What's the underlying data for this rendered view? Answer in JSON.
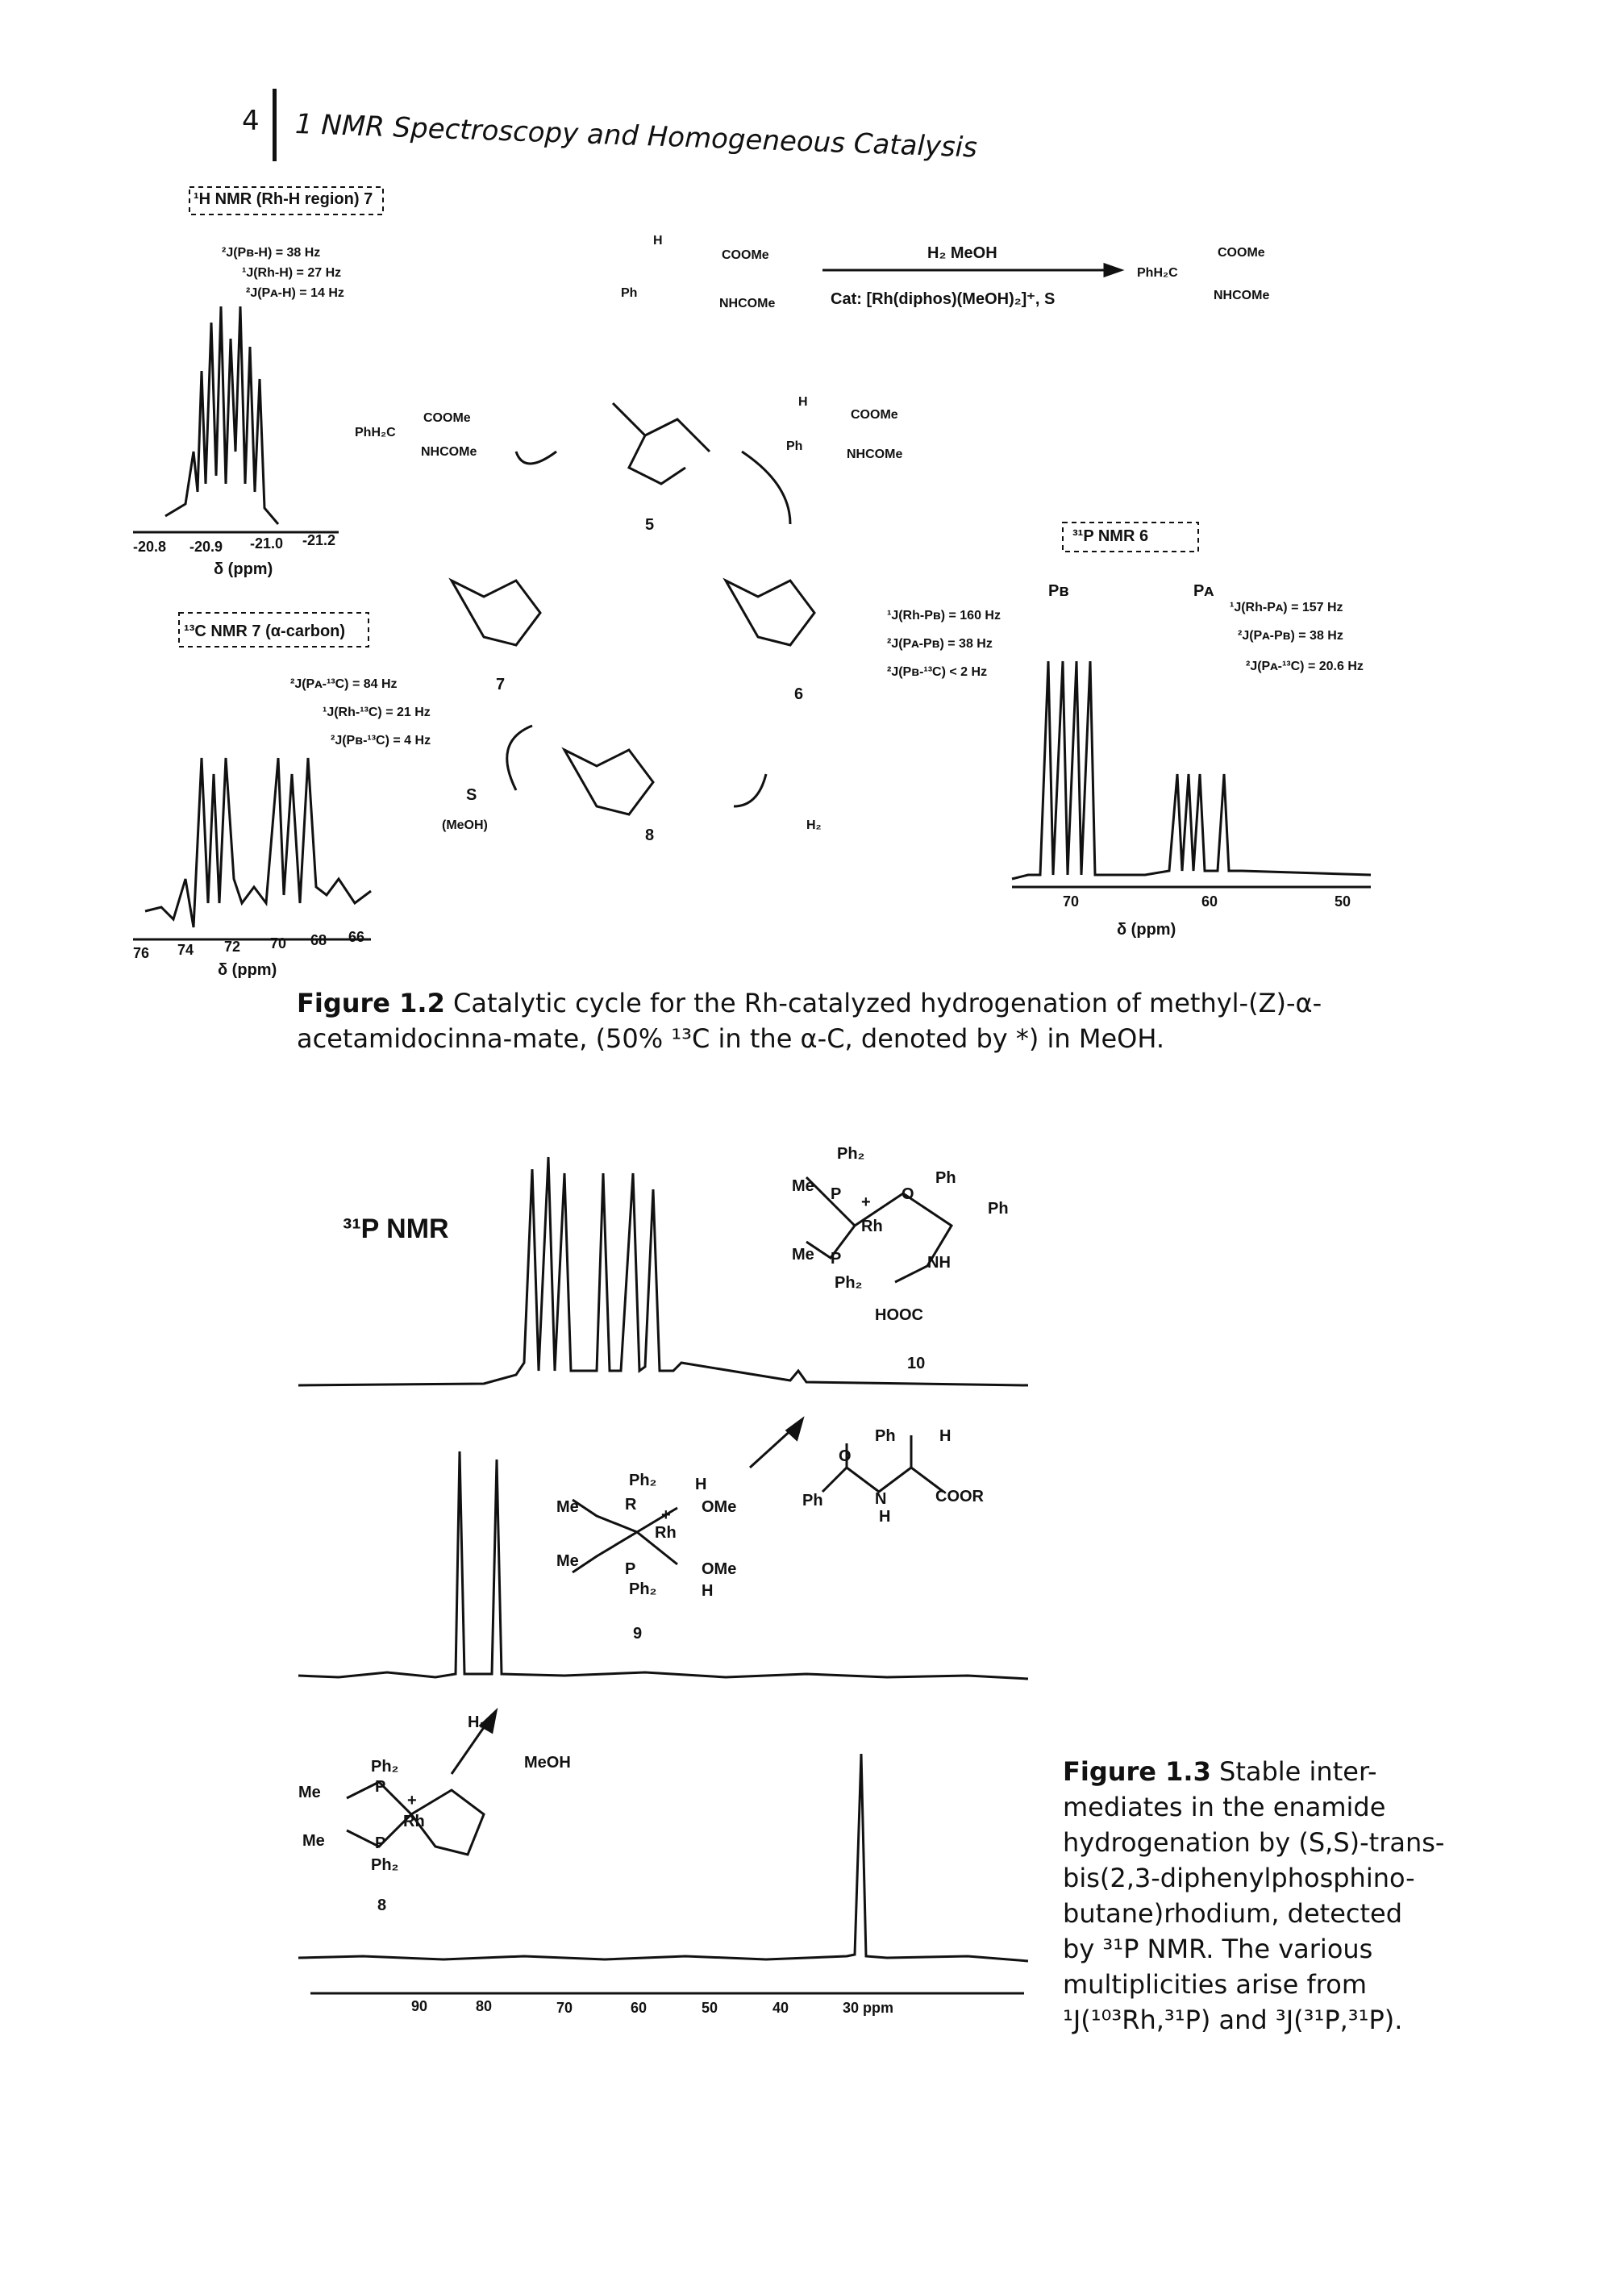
{
  "header": {
    "page_number": "4",
    "running_title": "1 NMR Spectroscopy and Homogeneous Catalysis"
  },
  "figure_1_2": {
    "inset_1h": {
      "box_label": "¹H NMR (Rh-H region)  7",
      "couplings": [
        "²J(Pʙ-H) = 38 Hz",
        "¹J(Rh-H) = 27 Hz",
        "²J(Pᴀ-H) = 14 Hz"
      ],
      "ticks": [
        "-20.8",
        "-20.9",
        "-21.0",
        "-21.2"
      ],
      "axis_label": "δ (ppm)"
    },
    "inset_13c": {
      "box_label": "¹³C NMR  7  (α-carbon)",
      "couplings": [
        "²J(Pᴀ-¹³C) = 84 Hz",
        "¹J(Rh-¹³C) = 21 Hz",
        "²J(Pʙ-¹³C) = 4 Hz"
      ],
      "ticks": [
        "76",
        "74",
        "72",
        "70",
        "68",
        "66"
      ],
      "axis_label": "δ (ppm)"
    },
    "inset_31p": {
      "box_label": "³¹P NMR  6",
      "couplings_left": [
        "¹J(Rh-Pʙ) = 160 Hz",
        "²J(Pᴀ-Pʙ) = 38 Hz",
        "²J(Pʙ-¹³C) < 2 Hz"
      ],
      "couplings_right": [
        "¹J(Rh-Pᴀ) = 157 Hz",
        "²J(Pᴀ-Pʙ) = 38 Hz",
        "²J(Pᴀ-¹³C) = 20.6 Hz"
      ],
      "peak_labels": [
        "Pʙ",
        "Pᴀ"
      ],
      "ticks": [
        "70",
        "60",
        "50"
      ],
      "axis_label": "δ (ppm)"
    },
    "reaction": {
      "conditions_top": "H₂     MeOH",
      "conditions_bottom": "Cat: [Rh(diphos)(MeOH)₂]⁺, S",
      "substrate": [
        "H",
        "COOMe",
        "Ph",
        "NHCOMe"
      ],
      "product": [
        "PhH₂C",
        "COOMe",
        "NHCOMe"
      ]
    },
    "cycle_labels": {
      "c5": "5",
      "c6": "6",
      "c7": "7",
      "c8": "8",
      "s_release": "S",
      "meoh": "(MeOH)",
      "h2": "H₂",
      "product_top": [
        "PhH₂C",
        "COOMe",
        "NHCOMe"
      ],
      "substrate_top": [
        "H",
        "COOMe",
        "Ph",
        "NHCOMe"
      ]
    },
    "caption_label": "Figure 1.2",
    "caption_text": "Catalytic cycle for the Rh-catalyzed hydrogenation of methyl-(Z)-α-acetamidocinna-mate, (50% ¹³C in the α-C, denoted by *) in MeOH."
  },
  "figure_1_3": {
    "spectrum_label": "³¹P NMR",
    "compound_labels": [
      "10",
      "9",
      "8"
    ],
    "reagents": {
      "h2": "H₂",
      "meoh": "MeOH"
    },
    "substrate_labels": [
      "Ph",
      "H",
      "O",
      "COOR",
      "N",
      "H",
      "Ph"
    ],
    "cpd10_labels": [
      "Ph₂",
      "Me",
      "P",
      "+",
      "Rh",
      "Me",
      "P",
      "Ph₂",
      "O",
      "Ph",
      "Ph",
      "NH",
      "HOOC"
    ],
    "cpd9_labels": [
      "Ph₂",
      "H",
      "Me",
      "R",
      "+",
      "OMe",
      "Rh",
      "Me",
      "P",
      "OMe",
      "Ph₂",
      "H"
    ],
    "cpd8_labels": [
      "Ph₂",
      "Me",
      "P",
      "+",
      "Rh",
      "Me",
      "P",
      "Ph₂"
    ],
    "x_ticks": [
      "90",
      "80",
      "70",
      "60",
      "50",
      "40",
      "30 ppm"
    ],
    "caption_label": "Figure 1.3",
    "caption_lines": [
      "Stable inter-",
      "mediates in the enamide",
      "hydrogenation by (S,S)-trans-",
      "bis(2,3-diphenylphosphino-",
      "butane)rhodium, detected",
      "by ³¹P NMR. The various",
      "multiplicities arise from",
      "¹J(¹⁰³Rh,³¹P) and ³J(³¹P,³¹P)."
    ]
  }
}
